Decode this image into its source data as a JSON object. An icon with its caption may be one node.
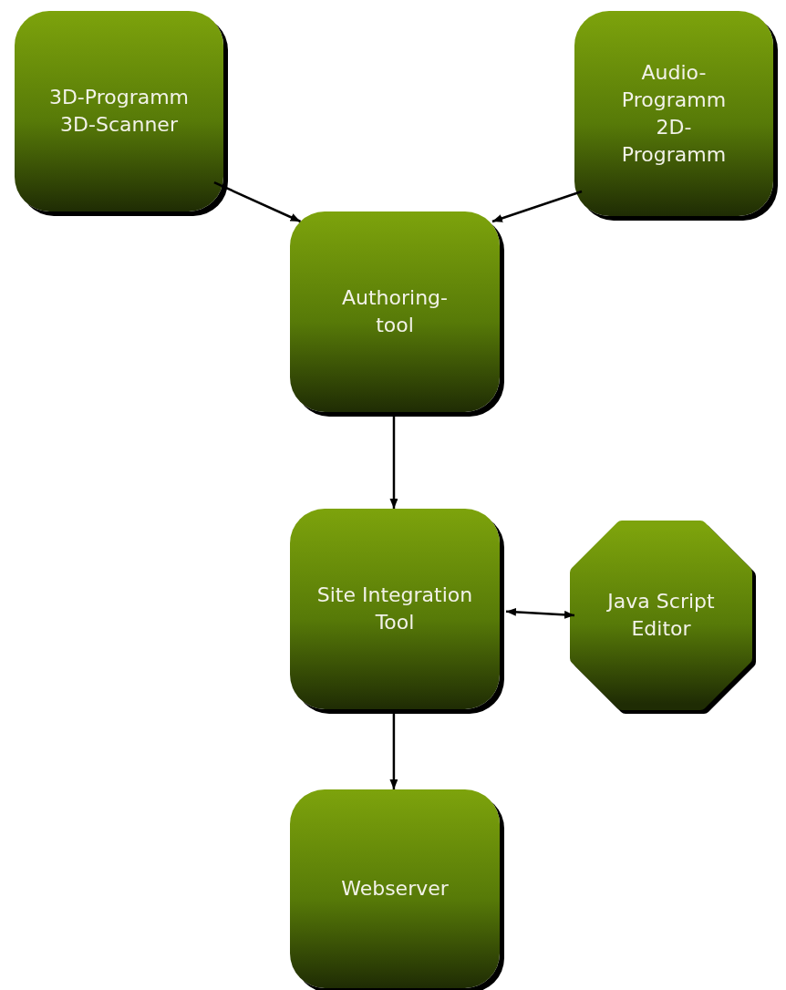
{
  "diagram": {
    "nodes": [
      {
        "text": [
          "3D-Programm 3D-Scanner"
        ]
      },
      {
        "text": [
          "Audio-Programm 2D-Programm"
        ]
      },
      {
        "text": [
          "Authoring-tool"
        ]
      },
      {
        "text": [
          "Site Integration Tool"
        ]
      },
      {
        "text": [
          "Java Script Editor"
        ]
      },
      {
        "text": [
          "Webserver"
        ]
      }
    ],
    "edges": [
      {
        "from": 0,
        "to": 2,
        "arrow": "to"
      },
      {
        "from": 1,
        "to": 2,
        "arrow": "to"
      },
      {
        "from": 2,
        "to": 3,
        "arrow": "to"
      },
      {
        "from": 3,
        "to": 4,
        "arrow": "both"
      },
      {
        "from": 3,
        "to": 5,
        "arrow": "to"
      }
    ]
  }
}
